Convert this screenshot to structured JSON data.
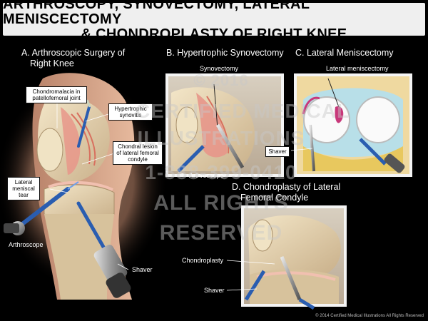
{
  "title": {
    "line1": "ARTHROSCOPY, SYNOVECTOMY, LATERAL MENISCECTOMY",
    "line2": "& CHONDROPLASTY OF RIGHT KNEE"
  },
  "sections": {
    "a": {
      "line1": "A. Arthroscopic Surgery of",
      "line2": "Right Knee"
    },
    "b": "B. Hypertrophic Synovectomy",
    "c": "C. Lateral Meniscectomy",
    "d": {
      "line1": "D. Chondroplasty of Lateral",
      "line2": "Femoral Condyle"
    }
  },
  "labels": {
    "chondromalacia": "Chondromalacia in patellofemoral joint",
    "synovitis": "Hypertrophic synovitis",
    "chondral_lesion": "Chondral lesion of lateral femoral condyle",
    "meniscal_tear": "Lateral meniscal tear",
    "arthroscope_a": "Arthroscope",
    "shaver_a": "Shaver",
    "synovectomy": "Synovectomy",
    "arthroscope_b": "Arthroscope",
    "lateral_meniscectomy": "Lateral meniscectomy",
    "shaver_c": "Shaver",
    "chondroplasty": "Chondroplasty",
    "shaver_d": "Shaver"
  },
  "watermark": {
    "line1": "© 2016",
    "line2": "CERTIFIED MEDICAL",
    "line3": "ILLUSTRATIONS",
    "line4": "1-888-399-0410",
    "line5": "ALL RIGHTS",
    "line6": "RESERVED"
  },
  "copyright": "© 2014 Certified Medical Illustrations All Rights Reserved",
  "colors": {
    "background": "#000000",
    "title_bar": "#efefef",
    "bone": "#ead9b8",
    "synovium": "#e8a08a",
    "instrument_blue": "#2a5db0"
  }
}
